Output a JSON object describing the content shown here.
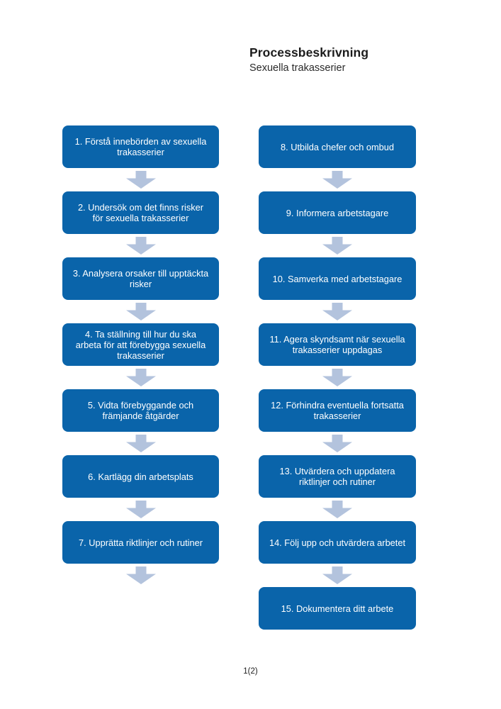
{
  "header": {
    "title": "Processbeskrivning",
    "subtitle": "Sexuella trakasserier"
  },
  "footer": {
    "page_number": "1(2)"
  },
  "colors": {
    "box_blue": "#0a64aa",
    "arrow_blue": "#b3c3dd",
    "box_text": "#ffffff"
  },
  "flowchart": {
    "left_column": {
      "steps": [
        "1. Förstå innebörden av sexuella trakasserier",
        "2. Undersök om det finns risker för sexuella trakasserier",
        "3. Analysera orsaker till upptäckta risker",
        "4. Ta ställning till hur du ska arbeta för att förebygga sexuella trakasserier",
        "5. Vidta förebyggande och främjande åtgärder",
        "6. Kartlägg din arbetsplats",
        "7. Upprätta riktlinjer och rutiner"
      ],
      "arrow_after_last": true
    },
    "right_column": {
      "steps": [
        "8. Utbilda chefer och ombud",
        "9. Informera arbetstagare",
        "10. Samverka med arbetstagare",
        "11. Agera skyndsamt när sexuella trakasserier uppdagas",
        "12. Förhindra eventuella fortsatta trakasserier",
        "13. Utvärdera och uppdatera riktlinjer och rutiner",
        "14. Följ upp och utvärdera arbetet",
        "15. Dokumentera ditt arbete"
      ],
      "arrow_after_last": false
    }
  }
}
